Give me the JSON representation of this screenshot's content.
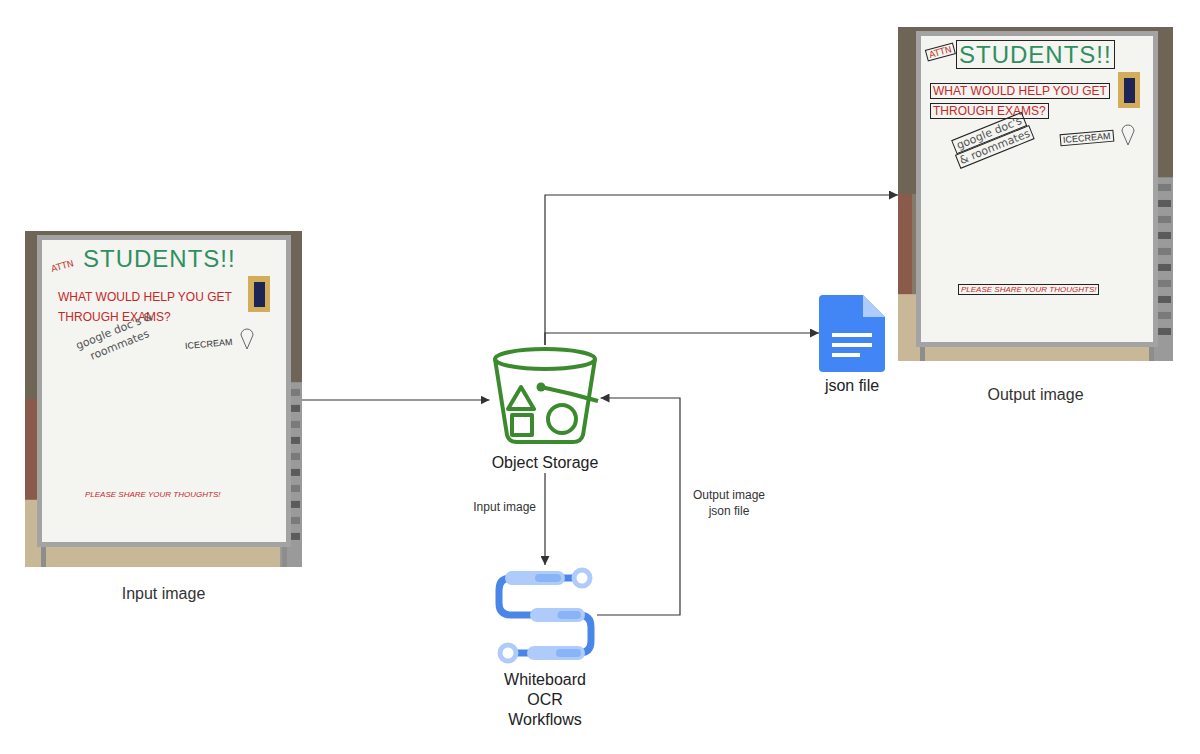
{
  "diagram": {
    "nodes": [
      {
        "text": [
          "ATTN",
          "STUDENTS!!",
          "WHAT WOULD HELP YOU GET THROUGH EXAMS?",
          "google doc's & roommates",
          "ICECREAM",
          "PLEASE SHARE YOUR THOUGHTS!",
          "Input image"
        ]
      },
      {
        "text": [
          "Object Storage"
        ]
      },
      {
        "text": [
          "Whiteboard OCR Workflows"
        ]
      },
      {
        "text": [
          "ATTN",
          "STUDENTS!!",
          "WHAT WOULD HELP YOU GET THROUGH EXAMS?",
          "google doc's & roommates",
          "ICECREAM",
          "PLEASE SHARE YOUR THOUGHTS!",
          "Output image"
        ]
      },
      {
        "text": [
          "json file"
        ]
      }
    ],
    "edges": [
      {
        "from": 0,
        "to": 1,
        "arrow": "to"
      },
      {
        "from": 1,
        "to": 3,
        "arrow": "to"
      },
      {
        "from": 1,
        "to": 4,
        "arrow": "to"
      },
      {
        "from": 1,
        "to": 2,
        "label": "Input image",
        "arrow": "to"
      },
      {
        "from": 2,
        "to": 1,
        "label": "Output image json file",
        "arrow": "to"
      }
    ]
  }
}
